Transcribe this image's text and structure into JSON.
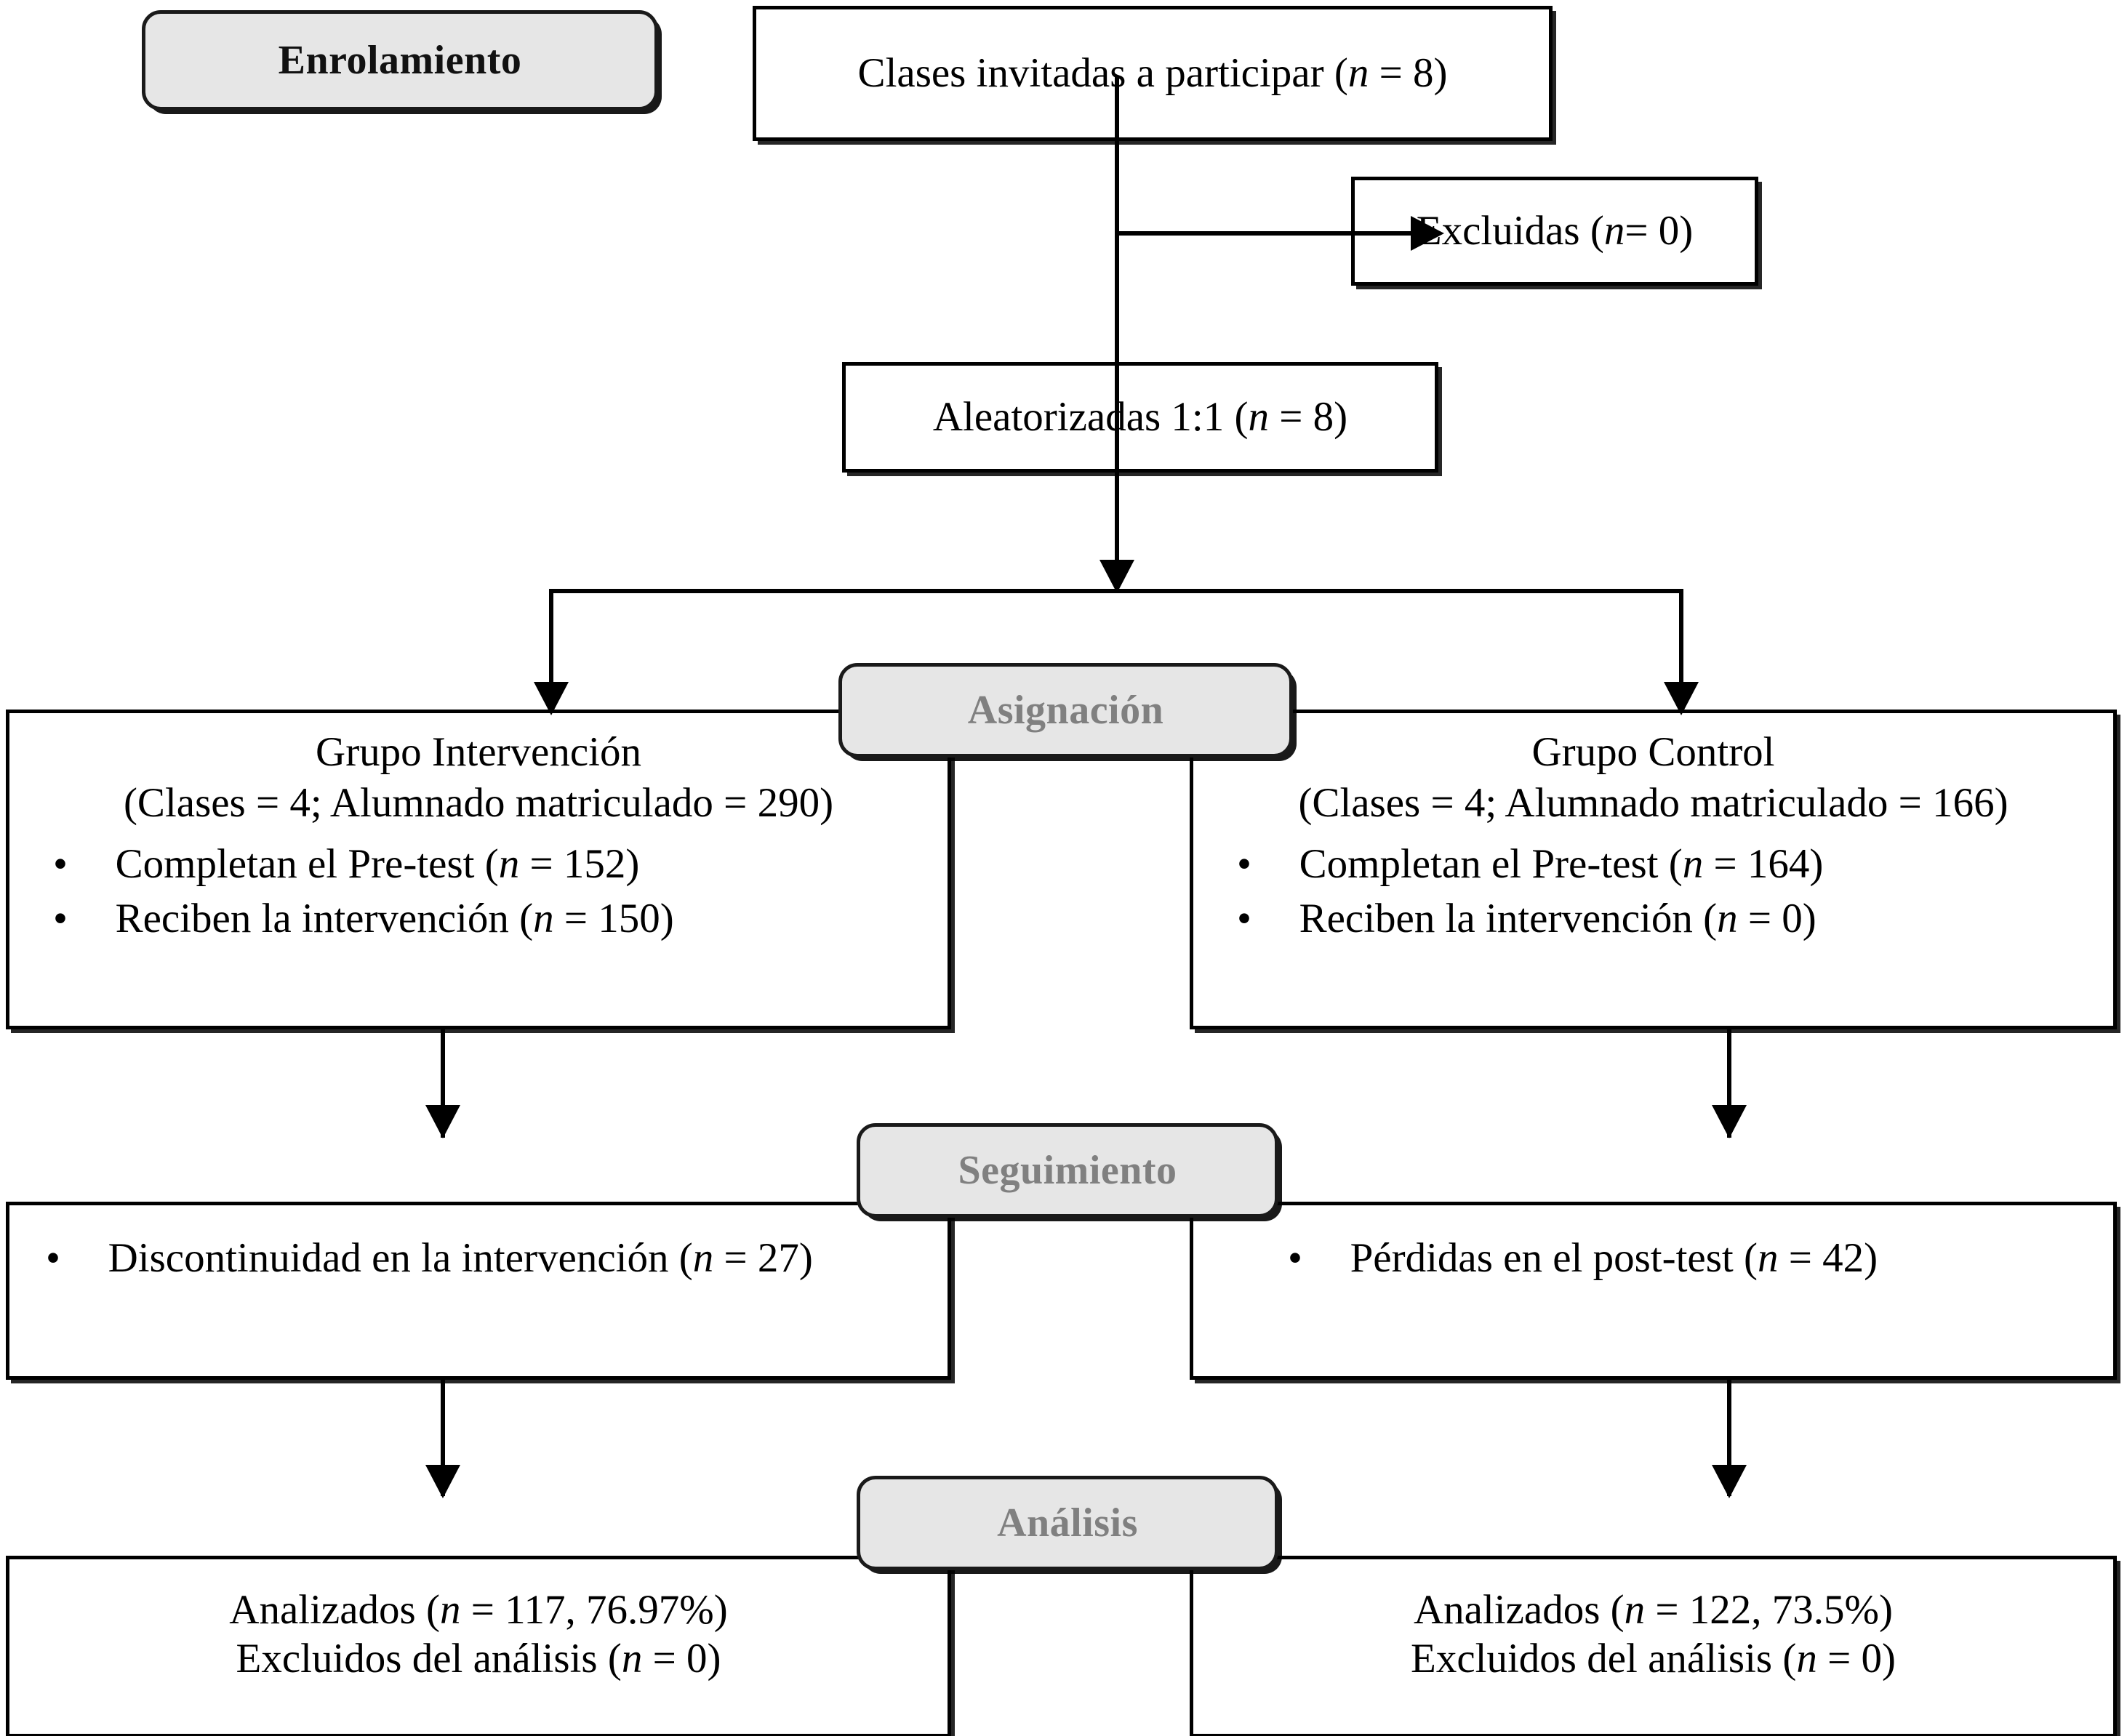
{
  "diagram": {
    "type": "consort-flow-diagram",
    "language": "es",
    "colors": {
      "stage_fill": "#e6e6e6",
      "stage_border": "#1a1a1a",
      "stage_text_dark": "#111111",
      "stage_text_grey": "#808080",
      "box_border": "#000000",
      "box_fill": "#ffffff",
      "connector": "#000000"
    }
  },
  "stages": {
    "enrolamiento": "Enrolamiento",
    "asignacion": "Asignación",
    "seguimiento": "Seguimiento",
    "analisis": "Análisis"
  },
  "nodes": {
    "invited": {
      "text_parts": {
        "before": "Clases invitadas a participar (",
        "italic": "n",
        "after": " = 8)"
      },
      "full_text": "Clases invitadas a participar (n = 8)"
    },
    "excluded": {
      "text_parts": {
        "before": "Excluidas (",
        "italic": "n",
        "after": "= 0)"
      },
      "full_text": "Excluidas (n= 0)"
    },
    "randomized": {
      "text_parts": {
        "before": "Aleatorizadas 1:1 (",
        "italic": "n",
        "after": " = 8)"
      },
      "full_text": "Aleatorizadas 1:1 (n = 8)"
    },
    "intervention_group": {
      "title": "Grupo Intervención",
      "subtitle": "(Clases = 4; Alumnado matriculado = 290)",
      "bullets": [
        {
          "before": "Completan el Pre-test (",
          "italic": "n",
          "after": " = 152)",
          "full_text": "Completan el Pre-test (n = 152)"
        },
        {
          "before": "Reciben la intervención (",
          "italic": "n",
          "after": " = 150)",
          "full_text": "Reciben la intervención (n = 150)"
        }
      ]
    },
    "control_group": {
      "title": "Grupo Control",
      "subtitle": "(Clases = 4; Alumnado matriculado = 166)",
      "bullets": [
        {
          "before": "Completan el Pre-test (",
          "italic": "n",
          "after": " = 164)",
          "full_text": "Completan el Pre-test (n = 164)"
        },
        {
          "before": "Reciben la intervención (",
          "italic": "n",
          "after": " = 0)",
          "full_text": "Reciben la intervención (n = 0)"
        }
      ]
    },
    "followup_intervention": {
      "bullets": [
        {
          "before": "Discontinuidad en la intervención (",
          "italic": "n",
          "after": " = 27)",
          "full_text": "Discontinuidad en la intervención (n = 27)"
        }
      ]
    },
    "followup_control": {
      "bullets": [
        {
          "before": "Pérdidas en el post-test (",
          "italic": "n",
          "after": " = 42)",
          "full_text": "Pérdidas en el post-test (n = 42)"
        }
      ]
    },
    "analysis_intervention": {
      "lines": [
        {
          "before": "Analizados (",
          "italic": "n",
          "after": " = 117, 76.97%)",
          "full_text": "Analizados (n = 117, 76.97%)"
        },
        {
          "before": "Excluidos del análisis (",
          "italic": "n",
          "after": " = 0)",
          "full_text": "Excluidos del análisis (n = 0)"
        }
      ]
    },
    "analysis_control": {
      "lines": [
        {
          "before": "Analizados (",
          "italic": "n",
          "after": " = 122, 73.5%)",
          "full_text": "Analizados (n = 122, 73.5%)"
        },
        {
          "before": "Excluidos del análisis (",
          "italic": "n",
          "after": " = 0)",
          "full_text": "Excluidos del análisis (n = 0)"
        }
      ]
    }
  },
  "counts": {
    "classes_invited": 8,
    "classes_excluded": 0,
    "classes_randomized": 8,
    "intervention_classes": 4,
    "intervention_enrolled": 290,
    "intervention_pretest": 152,
    "intervention_received": 150,
    "intervention_discontinued": 27,
    "intervention_analyzed": 117,
    "intervention_analyzed_pct": "76.97%",
    "intervention_excluded_analysis": 0,
    "control_classes": 4,
    "control_enrolled": 166,
    "control_pretest": 164,
    "control_received": 0,
    "control_lost_posttest": 42,
    "control_analyzed": 122,
    "control_analyzed_pct": "73.5%",
    "control_excluded_analysis": 0
  }
}
